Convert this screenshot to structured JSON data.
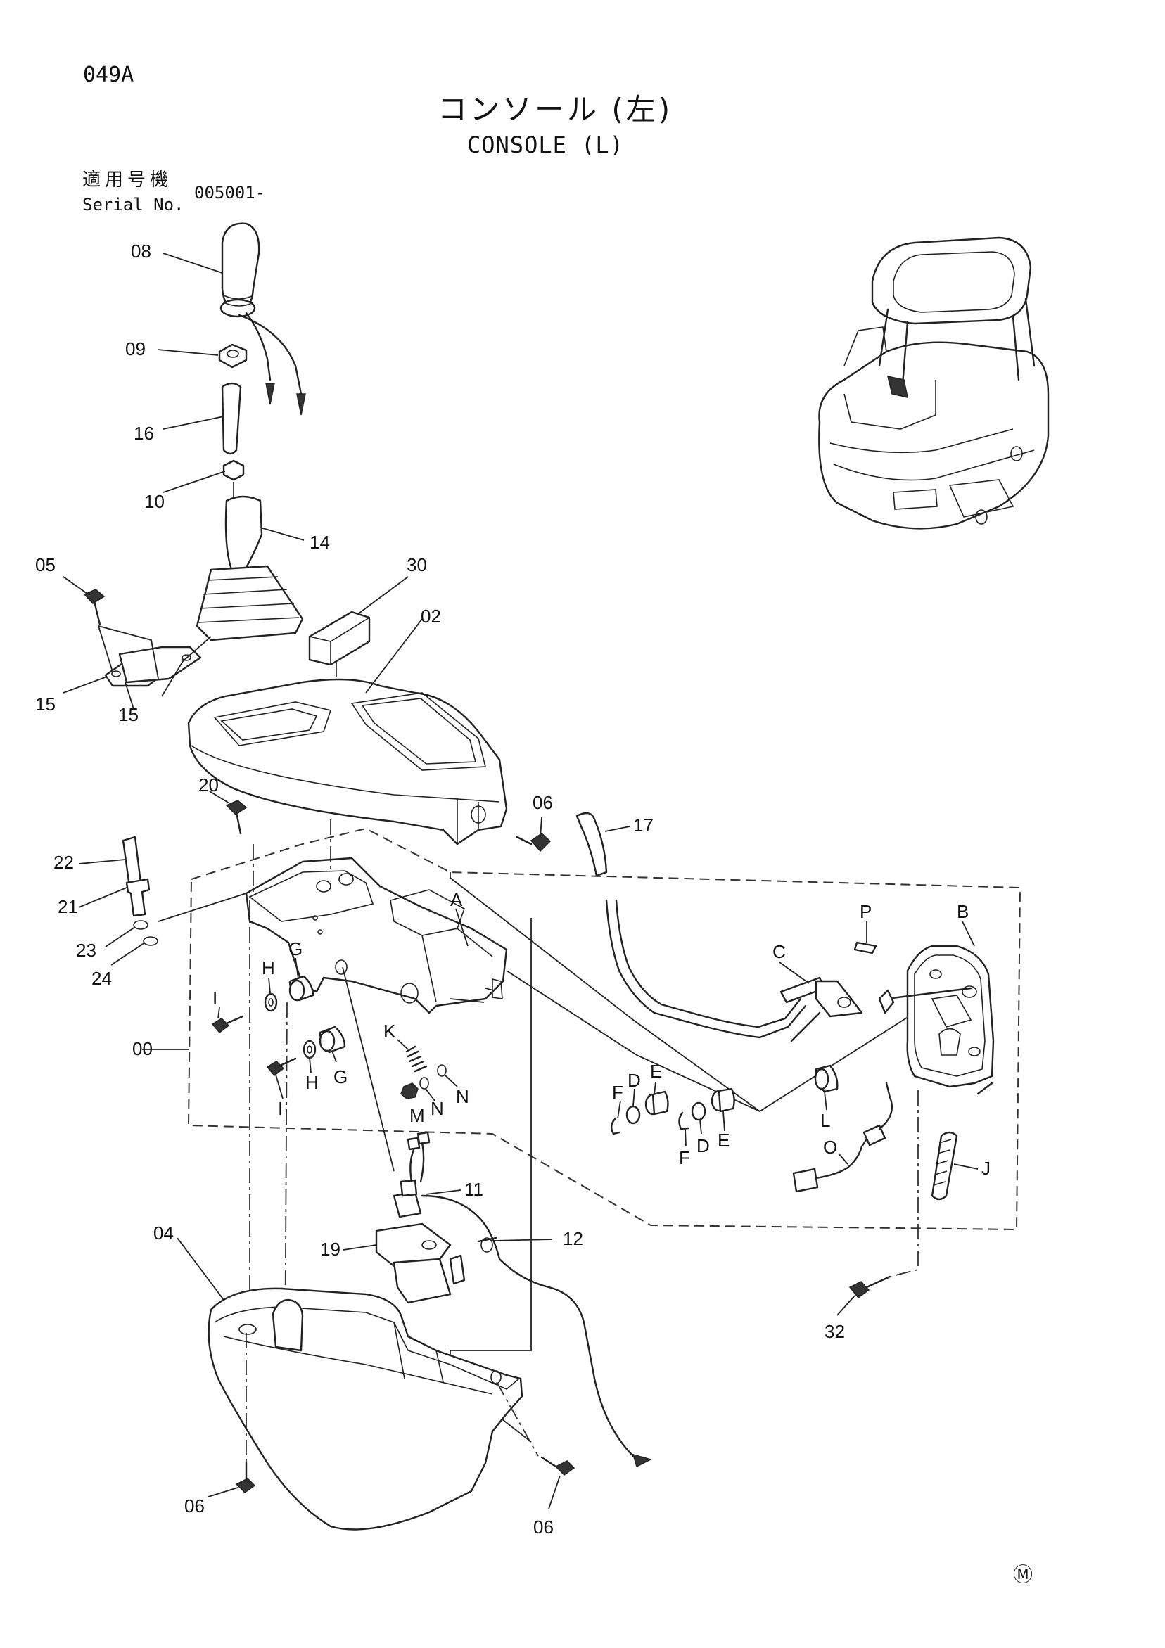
{
  "header": {
    "page_id": "049A",
    "title_jp": "コンソール (左)",
    "title_en": "CONSOLE (L)",
    "serial_label_jp": "適用号機",
    "serial_label_en": "Serial No.",
    "serial_value": "005001-"
  },
  "callouts": {
    "c08": "08",
    "c09": "09",
    "c16": "16",
    "c10": "10",
    "c14": "14",
    "c05": "05",
    "c30": "30",
    "c02": "02",
    "c15a": "15",
    "c15b": "15",
    "c20": "20",
    "c06a": "06",
    "c17": "17",
    "c22": "22",
    "c21": "21",
    "c23": "23",
    "c24": "24",
    "cA": "A",
    "cB": "B",
    "cC": "C",
    "cP": "P",
    "cG1": "G",
    "cH1": "H",
    "cI1": "I",
    "c00": "00",
    "cH2": "H",
    "cG2": "G",
    "cI2": "I",
    "cK": "K",
    "cN1": "N",
    "cM": "M",
    "cN2": "N",
    "cF1": "F",
    "cD1": "D",
    "cE1": "E",
    "cF2": "F",
    "cD2": "D",
    "cE2": "E",
    "cL": "L",
    "cO": "O",
    "cJ": "J",
    "c11": "11",
    "c12": "12",
    "c19": "19",
    "c04": "04",
    "c32": "32",
    "c06b": "06",
    "c06c": "06"
  },
  "footer_mark": "Ⓜ"
}
